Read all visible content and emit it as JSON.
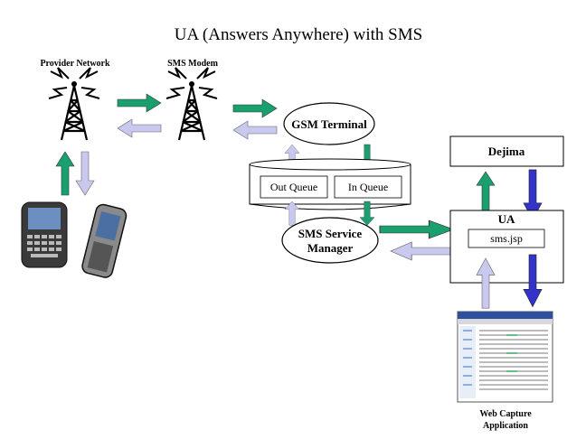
{
  "title": "UA (Answers Anywhere) with SMS",
  "labels": {
    "provider_network": "Provider Network",
    "sms_modem": "SMS Modem",
    "gsm_terminal": "GSM Terminal",
    "out_queue": "Out Queue",
    "in_queue": "In Queue",
    "sms_service_manager_line1": "SMS Service",
    "sms_service_manager_line2": "Manager",
    "dejima": "Dejima",
    "ua": "UA",
    "sms_jsp": "sms.jsp",
    "web_capture_line1": "Web Capture",
    "web_capture_line2": "Application"
  },
  "colors": {
    "green_arrow": "#1aa06e",
    "lavender_arrow": "#c9c9f0",
    "blue_arrow": "#3333cc"
  }
}
